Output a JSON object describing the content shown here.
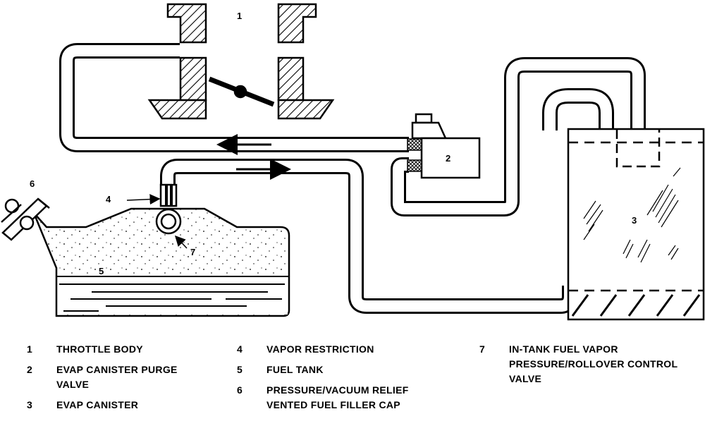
{
  "callouts": {
    "c1": "1",
    "c2": "2",
    "c3": "3",
    "c4": "4",
    "c5": "5",
    "c6": "6",
    "c7": "7"
  },
  "legend": [
    {
      "number": "1",
      "label": "THROTTLE BODY"
    },
    {
      "number": "2",
      "label": "EVAP CANISTER PURGE VALVE"
    },
    {
      "number": "3",
      "label": "EVAP CANISTER"
    },
    {
      "number": "4",
      "label": "VAPOR RESTRICTION"
    },
    {
      "number": "5",
      "label": "FUEL TANK"
    },
    {
      "number": "6",
      "label": "PRESSURE/VACUUM RELIEF VENTED FUEL FILLER CAP"
    },
    {
      "number": "7",
      "label": "IN-TANK FUEL VAPOR PRESSURE/ROLLOVER CONTROL VALVE"
    }
  ],
  "colors": {
    "line": "#000000",
    "background": "#ffffff"
  }
}
